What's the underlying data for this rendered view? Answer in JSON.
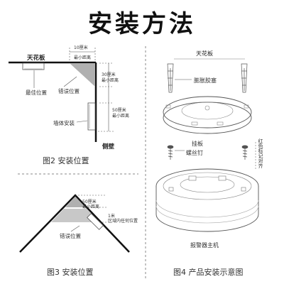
{
  "title": "安装方法",
  "fig2": {
    "ceiling": "天花板",
    "dim_10cm": "10厘米",
    "min_distance": "最小距离",
    "dim_30cm": "30厘米",
    "dim_30cm_min": "最小距离",
    "best_position": "最佳位置",
    "wrong_position": "错误位置",
    "dim_50cm": "50厘米",
    "dim_50cm_min": "最小距离",
    "wall_mount": "墙体安装",
    "side_wall": "侧壁",
    "caption": "图2 安装位置"
  },
  "fig3": {
    "dim_50cm": "50厘米",
    "min_distance": "最小距离",
    "dim_1m": "1米",
    "no_zone": "区域内任何位置",
    "wrong_position": "错误位置",
    "caption": "图3 安装位置"
  },
  "fig4": {
    "ceiling": "天花板",
    "anchor": "膨胀胶塞",
    "plate": "挂板",
    "screw": "螺丝钉",
    "align": "红色标记对齐",
    "main_unit": "报警器主机",
    "caption": "图4 产品安装示意图"
  }
}
